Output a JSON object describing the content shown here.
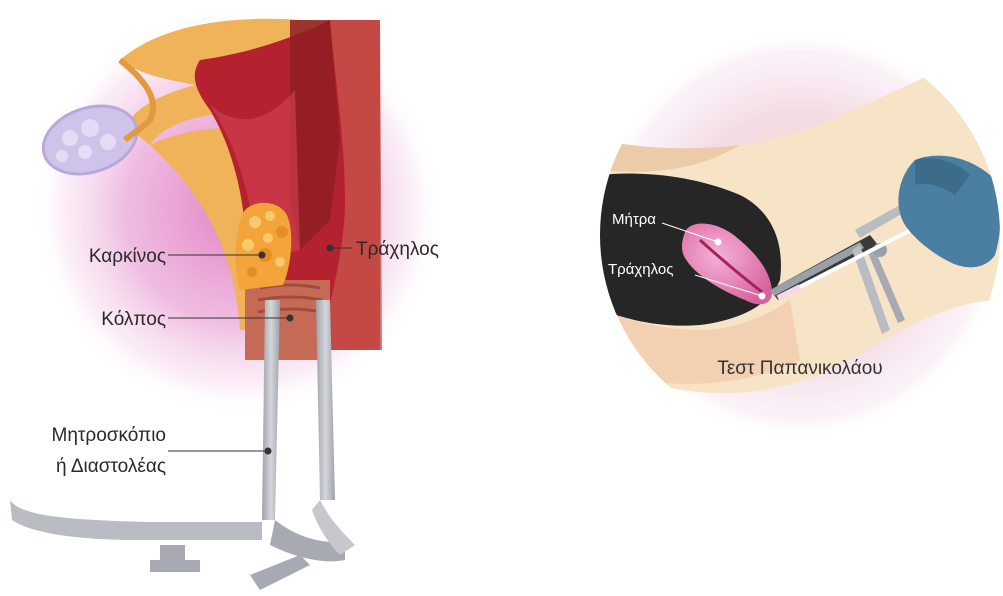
{
  "left_panel": {
    "labels": {
      "cancer": "Καρκίνος",
      "cervix": "Τράχηλος",
      "vagina": "Κόλπος",
      "speculum_line1": "Μητροσκόπιο",
      "speculum_line2": "ή Διαστολέας"
    }
  },
  "right_panel": {
    "labels": {
      "uterus": "Μήτρα",
      "cervix": "Τράχηλος",
      "caption": "Τεστ Παπανικολάου"
    }
  },
  "colors": {
    "halo": "#e7a2d1",
    "uterus_tissue": "#b3222e",
    "outer_wall": "#f1b35a",
    "ovary": "#cfc3ea",
    "tumor": "#f3a43a",
    "speculum": "#b9bcc3",
    "body_shadow": "#2a2a2a",
    "glove": "#4a7fa2"
  }
}
